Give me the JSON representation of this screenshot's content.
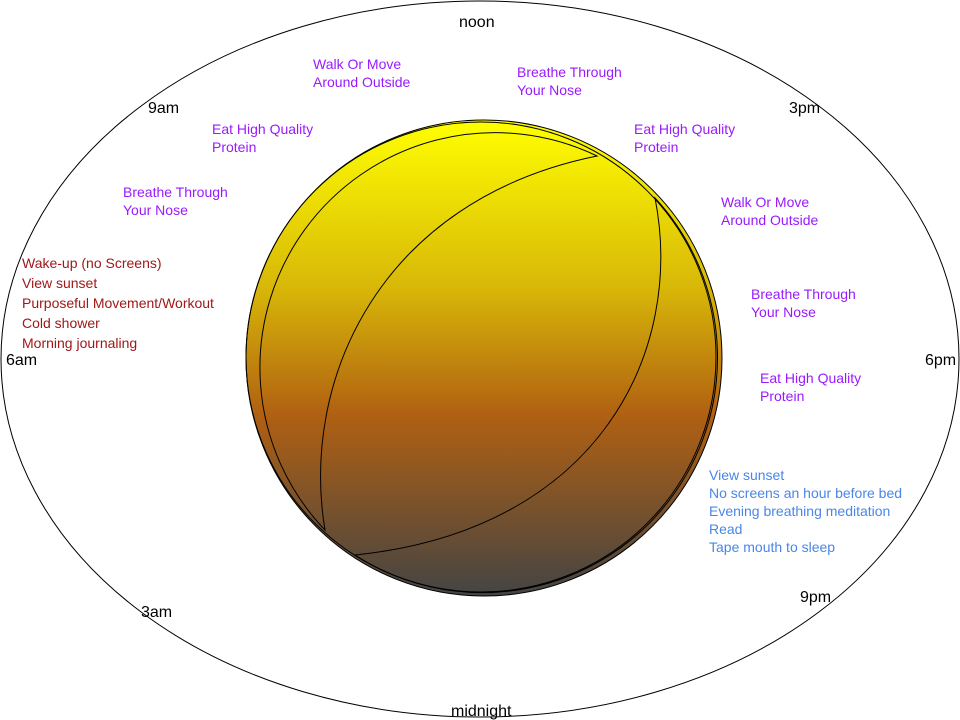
{
  "colors": {
    "morning": "#a01818",
    "day": "#9a1aff",
    "evening": "#4a86e8",
    "sun_top": "#ffff00",
    "sun_mid": "#b06010",
    "sun_bottom": "#444444"
  },
  "times": {
    "noon": "noon",
    "t9am": "9am",
    "t3pm": "3pm",
    "t6am": "6am",
    "t6pm": "6pm",
    "t3am": "3am",
    "t9pm": "9pm",
    "midnight": "midnight"
  },
  "day_habits": [
    {
      "lines": [
        "Walk Or Move",
        "Around Outside"
      ]
    },
    {
      "lines": [
        "Breathe Through",
        "Your Nose"
      ]
    },
    {
      "lines": [
        "Eat High Quality",
        "Protein"
      ]
    },
    {
      "lines": [
        "Eat High Quality",
        "Protein"
      ]
    },
    {
      "lines": [
        "Breathe Through",
        "Your Nose"
      ]
    },
    {
      "lines": [
        "Walk Or Move",
        "Around Outside"
      ]
    },
    {
      "lines": [
        "Breathe Through",
        "Your Nose"
      ]
    },
    {
      "lines": [
        "Eat High Quality",
        "Protein"
      ]
    }
  ],
  "morning_routine": [
    "Wake-up (no Screens)",
    "View sunset",
    "Purposeful Movement/Workout",
    "Cold shower",
    "Morning journaling"
  ],
  "evening_routine": [
    "View sunset",
    "No screens an hour before bed",
    "Evening breathing meditation",
    "Read",
    "Tape mouth to sleep"
  ]
}
